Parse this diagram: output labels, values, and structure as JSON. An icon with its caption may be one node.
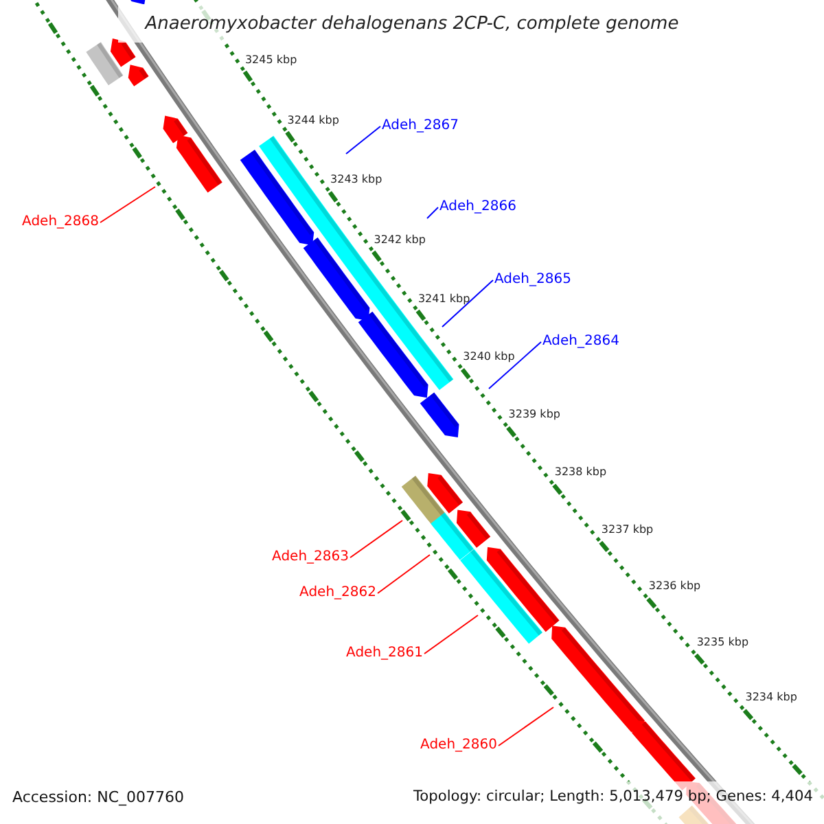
{
  "diagram": {
    "title": "Anaeromyxobacter dehalogenans 2CP-C, complete genome",
    "nodes": [
      {
        "text": [
          "Adeh_2867"
        ]
      },
      {
        "text": [
          "Adeh_2866"
        ]
      },
      {
        "text": [
          "Adeh_2868"
        ]
      },
      {
        "text": [
          "Adeh_2865"
        ]
      },
      {
        "text": [
          "Adeh_2864"
        ]
      },
      {
        "text": [
          "Adeh_2863"
        ]
      },
      {
        "text": [
          "Adeh_2862"
        ]
      },
      {
        "text": [
          "Adeh_2861"
        ]
      },
      {
        "text": [
          "Adeh_2860"
        ]
      }
    ],
    "edges": [
      {
        "from": 0,
        "to": null,
        "arrow": "none",
        "color": "#0000ff"
      },
      {
        "from": 1,
        "to": null,
        "arrow": "none",
        "color": "#0000ff"
      },
      {
        "from": 2,
        "to": null,
        "arrow": "none"
      },
      {
        "from": 3,
        "to": null,
        "arrow": "none",
        "color": "#0000ff"
      },
      {
        "from": 4,
        "to": null,
        "arrow": "none",
        "color": "#0000ff"
      },
      {
        "from": 5,
        "to": null,
        "arrow": "none"
      },
      {
        "from": 6,
        "to": null,
        "arrow": "none"
      },
      {
        "from": 7,
        "to": null,
        "arrow": "none"
      },
      {
        "from": 8,
        "to": null,
        "arrow": "none"
      }
    ],
    "labels": [
      "3245 kbp",
      "3244 kbp",
      "3243 kbp",
      "3242 kbp",
      "3241 kbp",
      "3240 kbp",
      "3239 kbp",
      "3238 kbp",
      "3237 kbp",
      "3236 kbp",
      "3235 kbp",
      "3234 kbp",
      "Accession: NC_007760",
      "Topology: circular; Length: 5,013,479 bp; Genes: 4,404"
    ]
  }
}
